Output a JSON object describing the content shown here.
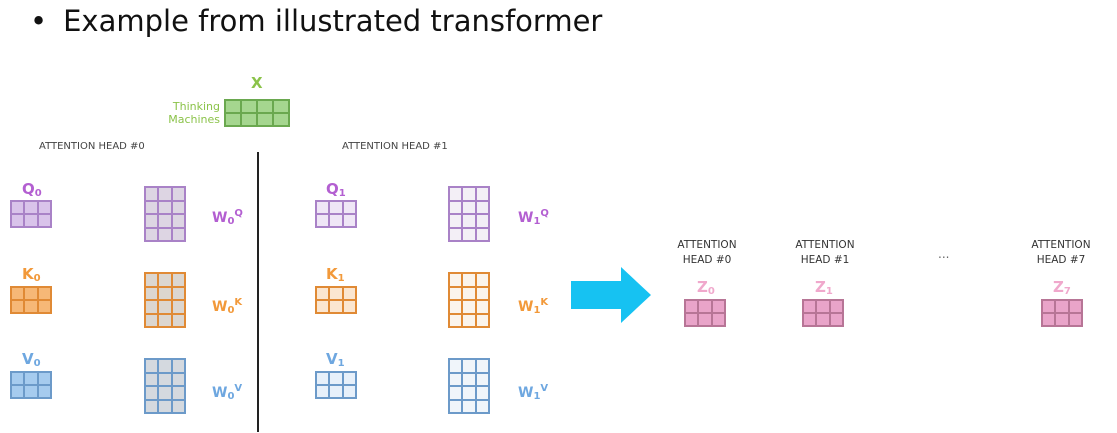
{
  "title": "Example from illustrated transformer",
  "bullet": "•",
  "input": {
    "symbol": "X",
    "words": [
      "Thinking",
      "Machines"
    ]
  },
  "heads": [
    {
      "label": "ATTENTION HEAD #0",
      "q": {
        "base": "Q",
        "sub": "0"
      },
      "k": {
        "base": "K",
        "sub": "0"
      },
      "v": {
        "base": "V",
        "sub": "0"
      },
      "wq": {
        "base": "W",
        "sub": "0",
        "sup": "Q"
      },
      "wk": {
        "base": "W",
        "sub": "0",
        "sup": "K"
      },
      "wv": {
        "base": "W",
        "sub": "0",
        "sup": "V"
      }
    },
    {
      "label": "ATTENTION HEAD #1",
      "q": {
        "base": "Q",
        "sub": "1"
      },
      "k": {
        "base": "K",
        "sub": "1"
      },
      "v": {
        "base": "V",
        "sub": "1"
      },
      "wq": {
        "base": "W",
        "sub": "1",
        "sup": "Q"
      },
      "wk": {
        "base": "W",
        "sub": "1",
        "sup": "K"
      },
      "wv": {
        "base": "W",
        "sub": "1",
        "sup": "V"
      }
    }
  ],
  "outputs": [
    {
      "line1": "ATTENTION",
      "line2": "HEAD #0",
      "z": {
        "base": "Z",
        "sub": "0"
      }
    },
    {
      "line1": "ATTENTION",
      "line2": "HEAD #1",
      "z": {
        "base": "Z",
        "sub": "1"
      }
    },
    {
      "line1": "ATTENTION",
      "line2": "HEAD #7",
      "z": {
        "base": "Z",
        "sub": "7"
      }
    }
  ],
  "ellipsis": "...",
  "colors": {
    "x_fill": "#a5d68f",
    "x_border": "#6aa84f",
    "x_text": "#8bc34a",
    "q_text": "#b35fd1",
    "q_fill": "#d9c3ea",
    "q_border": "#a982c7",
    "q1_fill": "#efe6f6",
    "w_q_fill": "#ddd5e3",
    "w_q1_fill": "#f3eff6",
    "k_text": "#f2993a",
    "k_fill": "#f6b877",
    "k_border": "#e08a35",
    "k1_fill": "#fbe6d0",
    "w_k_fill": "#dcd6cf",
    "w_k1_fill": "#fbf4ec",
    "v_text": "#6ea7e0",
    "v_fill": "#a6cbee",
    "v_border": "#6c9ac9",
    "v1_fill": "#e7f0fa",
    "w_v_fill": "#d4d9df",
    "w_v1_fill": "#f0f5fa",
    "z_text": "#f0a8cc",
    "z_fill": "#e9a4c9",
    "z_border": "#b77596",
    "arrow": "#16c2f2"
  }
}
